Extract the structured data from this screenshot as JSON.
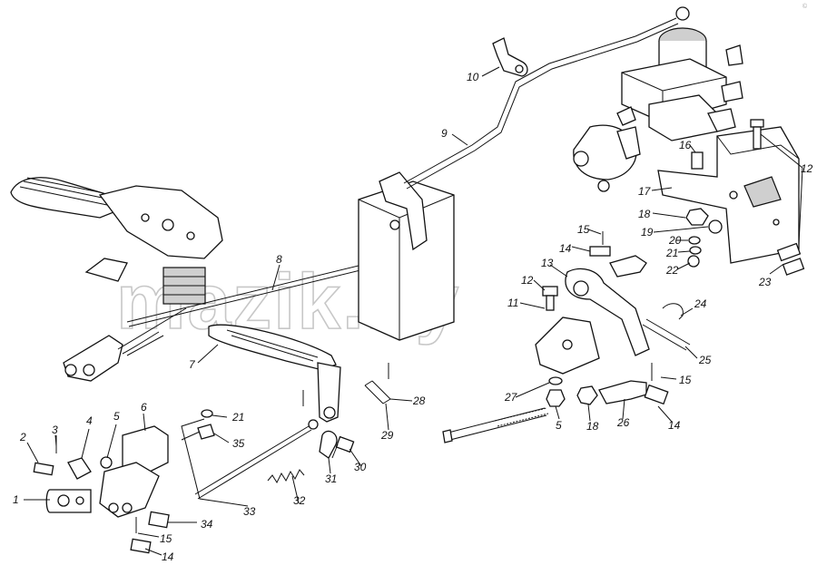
{
  "watermark": "mazik.by",
  "corner_mark": "©",
  "callouts": [
    "1",
    "2",
    "3",
    "4",
    "5",
    "6",
    "7",
    "8",
    "9",
    "10",
    "11",
    "12",
    "13",
    "14",
    "15",
    "16",
    "17",
    "18",
    "19",
    "20",
    "21",
    "22",
    "23",
    "24",
    "25",
    "26",
    "27",
    "28",
    "29",
    "30",
    "31",
    "32",
    "33",
    "34",
    "35"
  ],
  "labels": {
    "n1": "1",
    "n2": "2",
    "n3": "3",
    "n4": "4",
    "n5a": "5",
    "n5b": "5",
    "n6": "6",
    "n7": "7",
    "n8": "8",
    "n9": "9",
    "n10": "10",
    "n11": "11",
    "n12a": "12",
    "n12b": "12",
    "n13": "13",
    "n14a": "14",
    "n14b": "14",
    "n14c": "14",
    "n15a": "15",
    "n15b": "15",
    "n15c": "15",
    "n16": "16",
    "n17": "17",
    "n18a": "18",
    "n18b": "18",
    "n19": "19",
    "n20": "20",
    "n21a": "21",
    "n21b": "21",
    "n22": "22",
    "n23": "23",
    "n24": "24",
    "n25": "25",
    "n26": "26",
    "n27": "27",
    "n28": "28",
    "n29": "29",
    "n30": "30",
    "n31": "31",
    "n32": "32",
    "n33": "33",
    "n34": "34",
    "n35": "35"
  }
}
